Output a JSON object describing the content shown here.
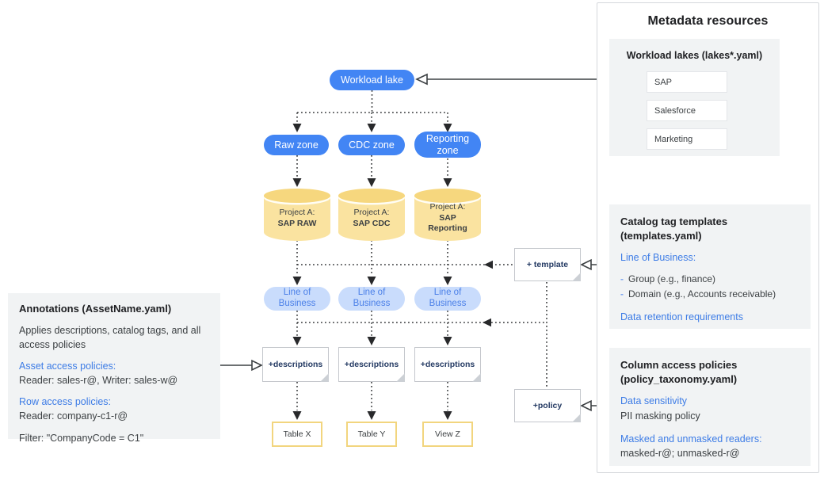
{
  "diagram": {
    "workload_lake": "Workload lake",
    "zones": [
      "Raw zone",
      "CDC zone",
      "Reporting zone"
    ],
    "projects": [
      {
        "prefix": "Project A:",
        "name": "SAP RAW"
      },
      {
        "prefix": "Project A:",
        "name": "SAP CDC"
      },
      {
        "prefix": "Project A:",
        "name": "SAP Reporting"
      }
    ],
    "lob_label": "Line of Business",
    "descriptions_label": "+descriptions",
    "template_label": "+ template",
    "policy_label": "+policy",
    "outputs": [
      "Table X",
      "Table Y",
      "View Z"
    ]
  },
  "annotations_panel": {
    "title": "Annotations (AssetName.yaml)",
    "description": "Applies descriptions, catalog tags, and all access policies",
    "asset_policies_heading": "Asset access policies:",
    "asset_policies_value": "Reader: sales-r@, Writer: sales-w@",
    "row_policies_heading": "Row access policies:",
    "row_policies_value": "Reader: company-c1-r@",
    "filter_value": "Filter: \"CompanyCode = C1\""
  },
  "metadata_panel": {
    "title": "Metadata resources",
    "workload_lakes": {
      "heading": "Workload lakes (lakes*.yaml)",
      "items": [
        "SAP",
        "Salesforce",
        "Marketing"
      ]
    },
    "catalog_templates": {
      "heading": "Catalog tag templates (templates.yaml)",
      "lob_heading": "Line of Business:",
      "lob_items": [
        "Group (e.g., finance)",
        "Domain (e.g., Accounts receivable)"
      ],
      "retention_heading": "Data retention requirements"
    },
    "column_policies": {
      "heading": "Column access policies (policy_taxonomy.yaml)",
      "sensitivity_heading": "Data sensitivity",
      "sensitivity_value": "PII masking policy",
      "readers_heading": "Masked and unmasked readers:",
      "readers_value": "masked-r@; unmasked-r@"
    }
  },
  "colors": {
    "primary_blue": "#4285F4",
    "light_blue_fill": "#C9DCFC",
    "cylinder_yellow": "#FAE3A0",
    "panel_gray": "#F1F3F4",
    "link_blue": "#3d7ce6",
    "yellow_border": "#F2D57E"
  }
}
